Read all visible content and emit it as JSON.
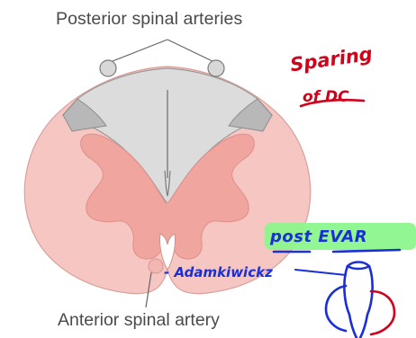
{
  "diagram": {
    "label_posterior": "Posterior spinal arteries",
    "label_anterior": "Anterior spinal artery"
  },
  "annotations": {
    "red_note_line1": "Sparing",
    "red_note_line2": "of DC",
    "blue_note_adamkiewicz": "- Adamkiwickz",
    "blue_note_post_evar": "post EVAR"
  },
  "colors": {
    "white_matter_pink": "#f6c6c3",
    "gray_matter_pink": "#f0a59f",
    "dorsal_column_gray": "#dcdcdc",
    "dorsal_horn_tip_gray": "#b8b8b8",
    "highlighter_green": "#8cf58c",
    "ink_red": "#d0021b",
    "ink_blue": "#1a2fd6"
  }
}
